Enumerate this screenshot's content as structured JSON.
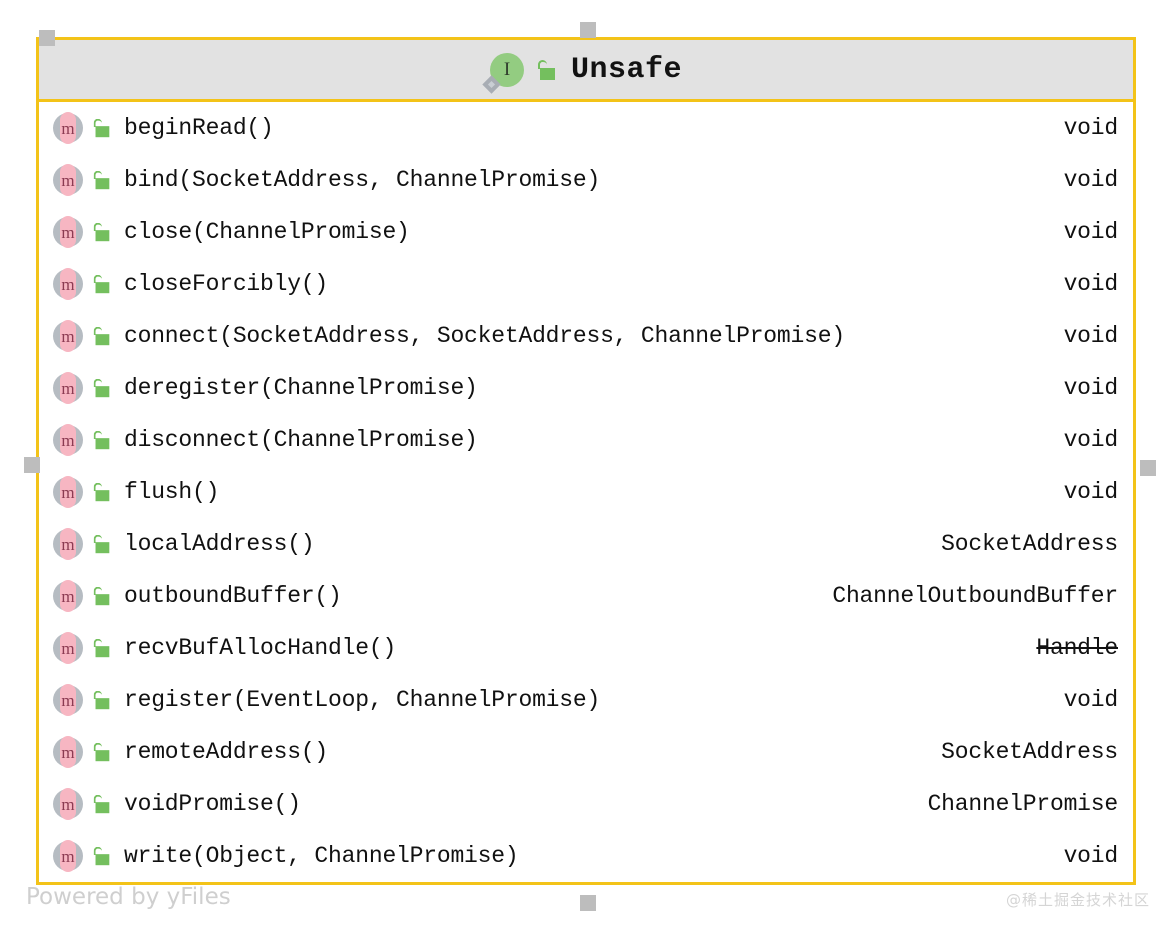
{
  "node": {
    "title": "Unsafe",
    "stereotype_icon": "interface-icon",
    "visibility_icon": "open-padlock-icon",
    "border_color": "#f3c318",
    "header_bg": "#e2e2e2",
    "body_bg": "#ffffff"
  },
  "members": [
    {
      "icon": "method-icon",
      "lock": "open-padlock-icon",
      "signature": "beginRead()",
      "type": "void",
      "deprecated": false
    },
    {
      "icon": "method-icon",
      "lock": "open-padlock-icon",
      "signature": "bind(SocketAddress, ChannelPromise)",
      "type": "void",
      "deprecated": false
    },
    {
      "icon": "method-icon",
      "lock": "open-padlock-icon",
      "signature": "close(ChannelPromise)",
      "type": "void",
      "deprecated": false
    },
    {
      "icon": "method-icon",
      "lock": "open-padlock-icon",
      "signature": "closeForcibly()",
      "type": "void",
      "deprecated": false
    },
    {
      "icon": "method-icon",
      "lock": "open-padlock-icon",
      "signature": "connect(SocketAddress, SocketAddress, ChannelPromise)",
      "type": "void",
      "deprecated": false
    },
    {
      "icon": "method-icon",
      "lock": "open-padlock-icon",
      "signature": "deregister(ChannelPromise)",
      "type": "void",
      "deprecated": false
    },
    {
      "icon": "method-icon",
      "lock": "open-padlock-icon",
      "signature": "disconnect(ChannelPromise)",
      "type": "void",
      "deprecated": false
    },
    {
      "icon": "method-icon",
      "lock": "open-padlock-icon",
      "signature": "flush()",
      "type": "void",
      "deprecated": false
    },
    {
      "icon": "method-icon",
      "lock": "open-padlock-icon",
      "signature": "localAddress()",
      "type": "SocketAddress",
      "deprecated": false
    },
    {
      "icon": "method-icon",
      "lock": "open-padlock-icon",
      "signature": "outboundBuffer()",
      "type": "ChannelOutboundBuffer",
      "deprecated": false
    },
    {
      "icon": "method-icon",
      "lock": "open-padlock-icon",
      "signature": "recvBufAllocHandle()",
      "type": "Handle",
      "deprecated": true
    },
    {
      "icon": "method-icon",
      "lock": "open-padlock-icon",
      "signature": "register(EventLoop, ChannelPromise)",
      "type": "void",
      "deprecated": false
    },
    {
      "icon": "method-icon",
      "lock": "open-padlock-icon",
      "signature": "remoteAddress()",
      "type": "SocketAddress",
      "deprecated": false
    },
    {
      "icon": "method-icon",
      "lock": "open-padlock-icon",
      "signature": "voidPromise()",
      "type": "ChannelPromise",
      "deprecated": false
    },
    {
      "icon": "method-icon",
      "lock": "open-padlock-icon",
      "signature": "write(Object, ChannelPromise)",
      "type": "void",
      "deprecated": false
    }
  ],
  "watermarks": {
    "yfiles": "Powered by yFiles",
    "community": "@稀土掘金技术社区"
  }
}
